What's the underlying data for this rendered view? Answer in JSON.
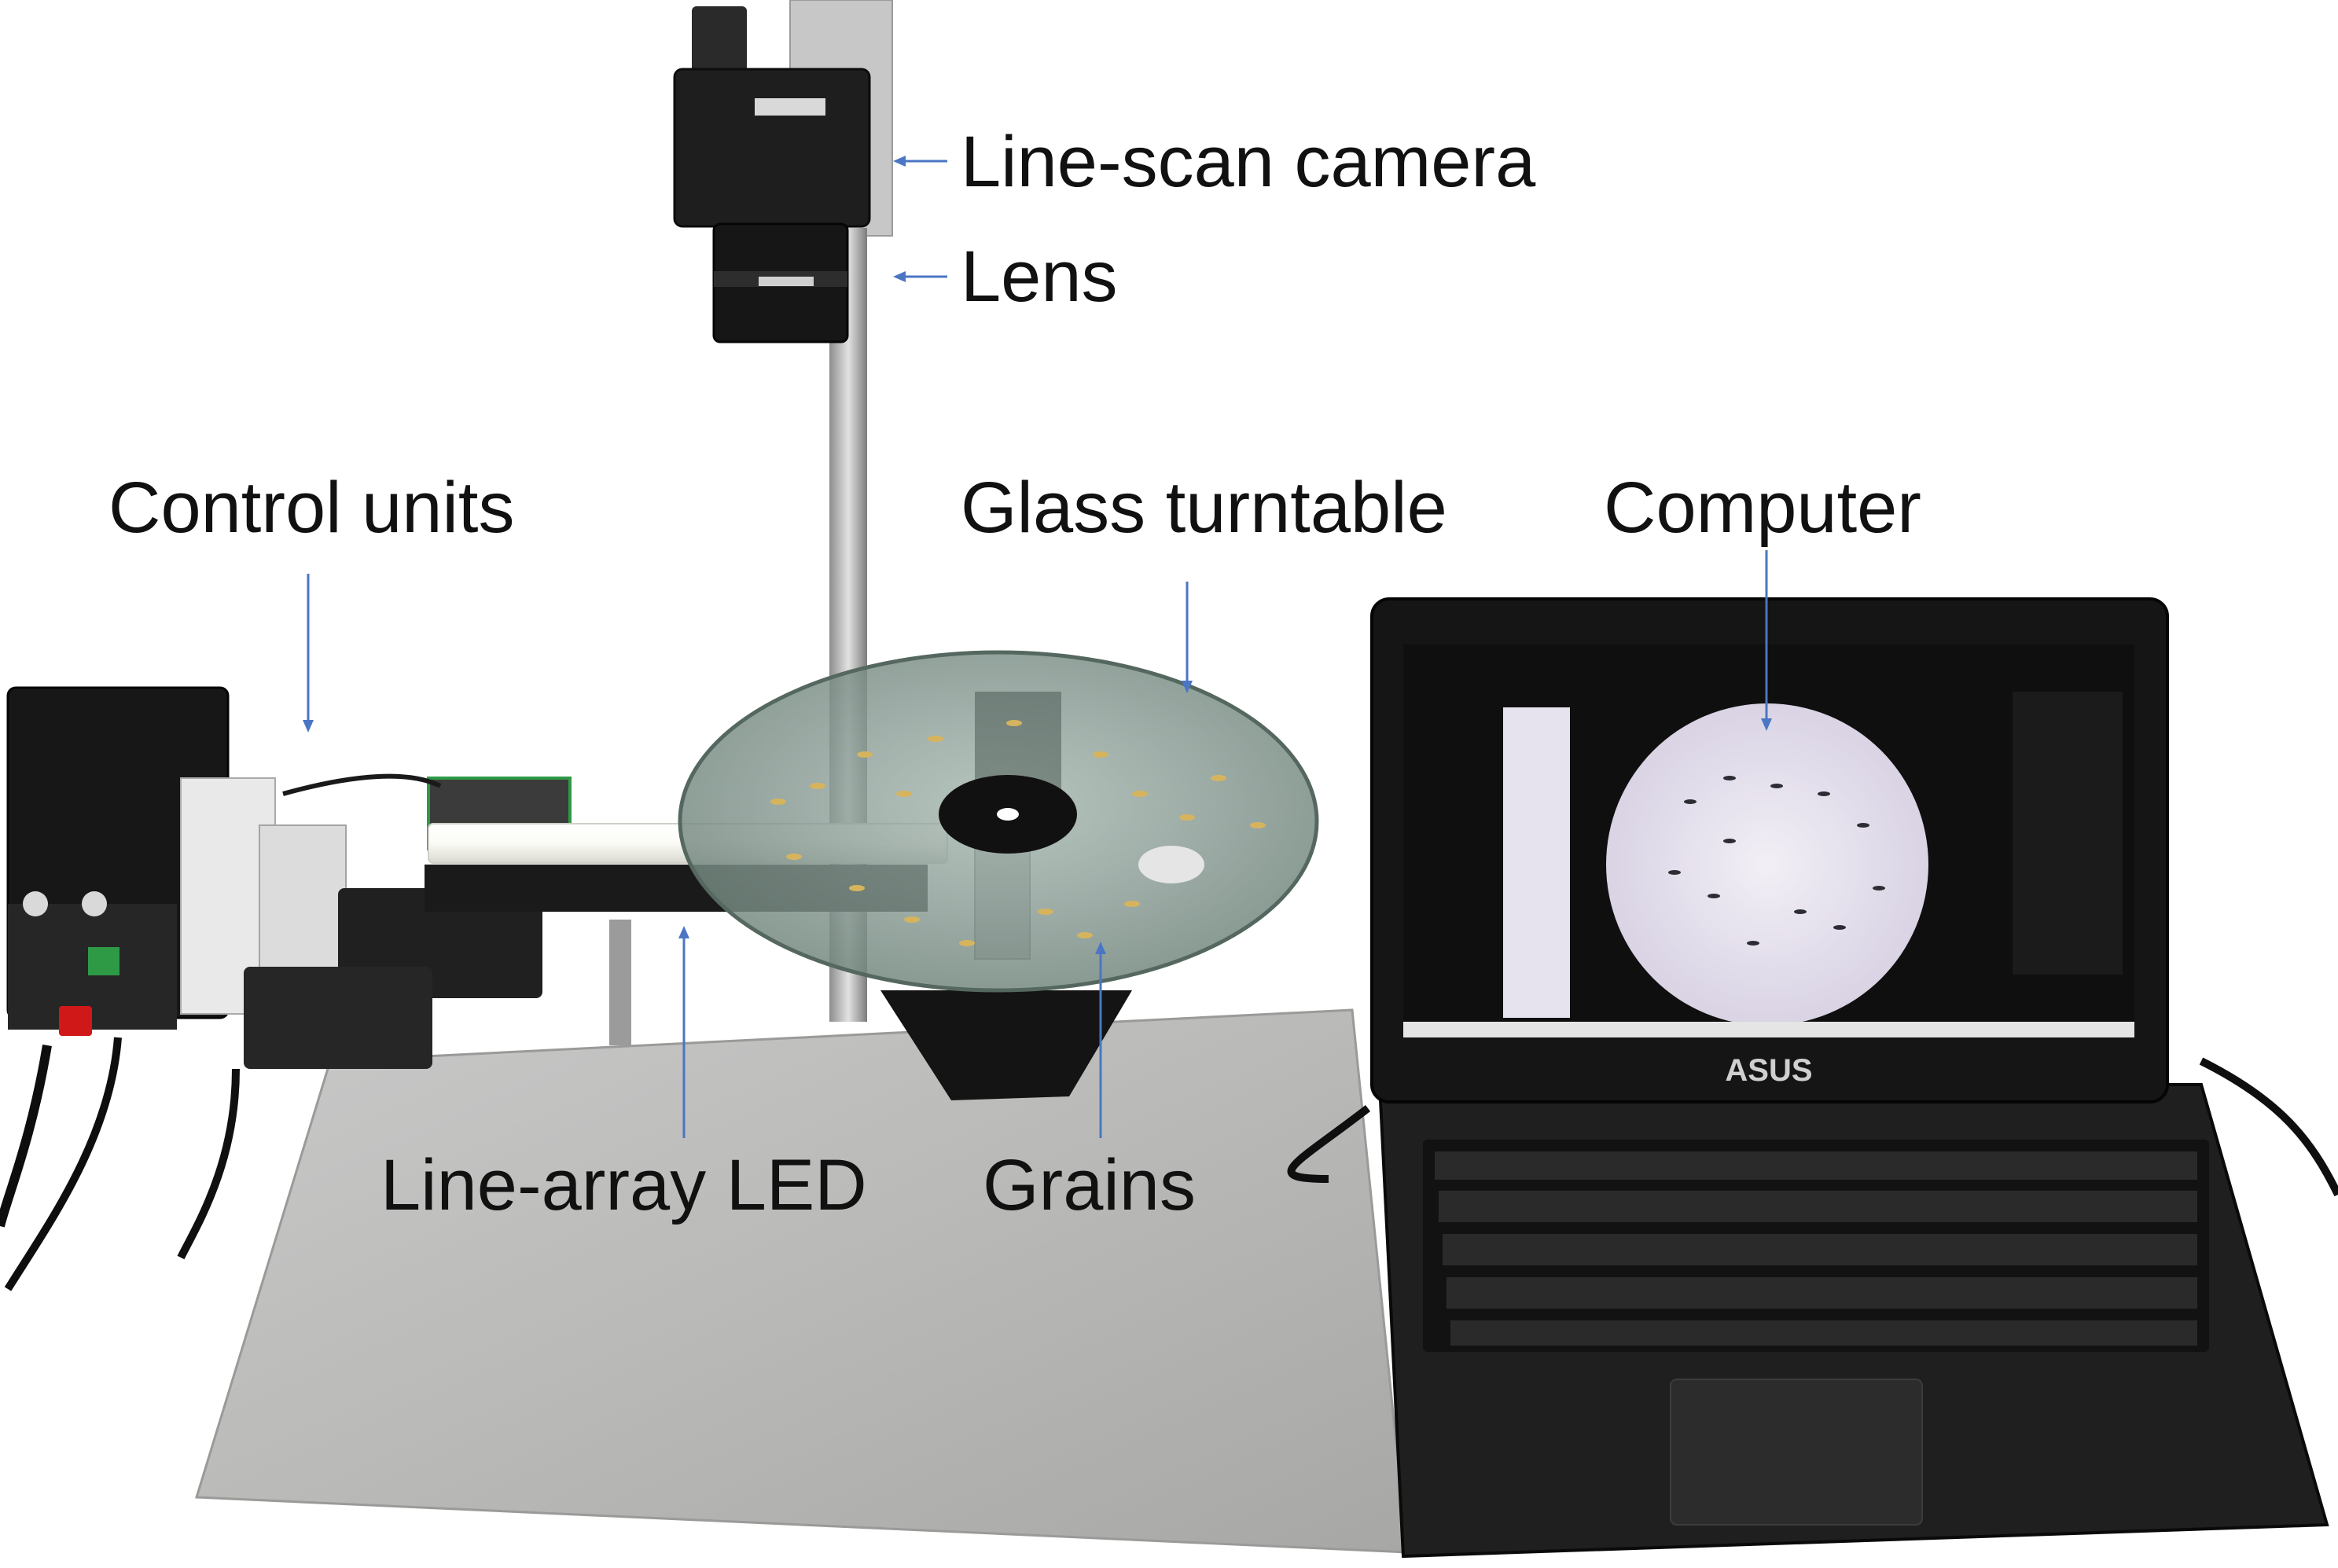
{
  "labels": {
    "line_scan_camera": "Line-scan camera",
    "lens": "Lens",
    "control_units": "Control units",
    "glass_turntable": "Glass turntable",
    "computer": "Computer",
    "line_array_led": "Line-array LED",
    "grains": "Grains"
  },
  "laptop_brand": "ASUS",
  "colors": {
    "arrow": "#4a76c4",
    "label_text": "#111111",
    "background": "#ffffff"
  }
}
